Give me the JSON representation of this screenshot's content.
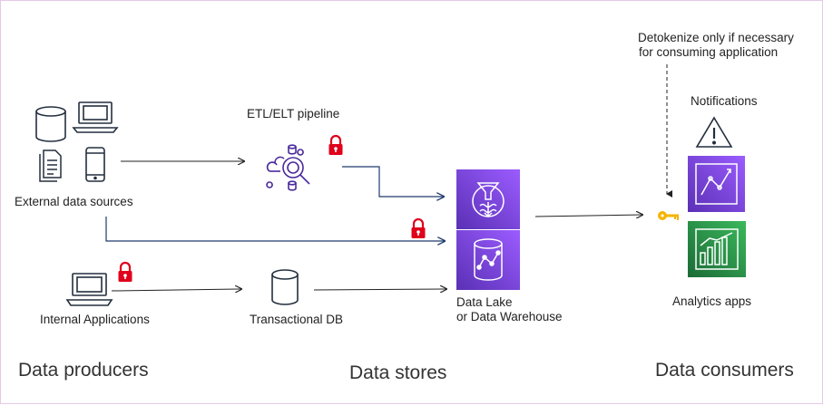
{
  "producers": {
    "external_label": "External data sources",
    "internal_label": "Internal Applications",
    "section_title": "Data producers"
  },
  "stores": {
    "pipeline_label": "ETL/ELT pipeline",
    "transactional_label": "Transactional DB",
    "lake_label_line1": "Data Lake",
    "lake_label_line2": "or Data Warehouse",
    "section_title": "Data stores"
  },
  "consumers": {
    "detokenize_line1": "Detokenize only if necessary",
    "detokenize_line2": "for consuming application",
    "notifications_label": "Notifications",
    "analytics_label": "Analytics apps",
    "section_title": "Data consumers"
  },
  "colors": {
    "aws_purple_top": "#8c4fff",
    "aws_purple_bottom": "#5a30b5",
    "aws_green_top": "#2ea44f",
    "aws_green_bottom": "#1b7a38",
    "lock_red": "#e0001b",
    "key_gold": "#f5b400",
    "arrow_navy": "#1f3a6e",
    "icon_dark": "#232f3e",
    "pipeline_purple": "#4b2a9b"
  },
  "icons": [
    "database-icon",
    "laptop-icon",
    "document-icon",
    "mobile-icon",
    "pipeline-icon",
    "lock-icon",
    "lake-formation-icon",
    "redshift-icon",
    "warning-icon",
    "quicksight-icon",
    "analytics-chart-icon",
    "key-icon"
  ]
}
